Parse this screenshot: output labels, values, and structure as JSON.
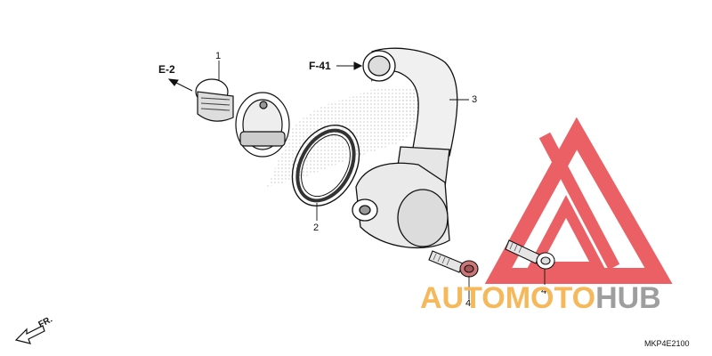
{
  "diagram": {
    "part_labels": {
      "p1": "1",
      "p2": "2",
      "p3": "3",
      "p4a": "4",
      "p4b": "4"
    },
    "references": {
      "e2": "E-2",
      "f41": "F-41"
    },
    "direction_label": "FR.",
    "diagram_code": "MKP4E2100"
  },
  "watermark": {
    "part1": "AUTOMOTO",
    "part2": "HUB",
    "colors": {
      "triangle": "#e8454a",
      "text_accent": "#f5b85a",
      "text_gray": "#9e9e9e"
    }
  }
}
